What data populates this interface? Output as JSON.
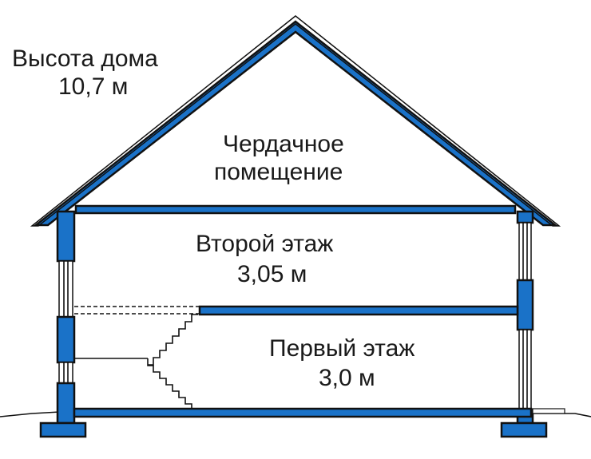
{
  "labels": {
    "house_height_title": "Высота дома",
    "house_height_value": "10,7 м",
    "attic_line1": "Чердачное",
    "attic_line2": "помещение",
    "second_floor_title": "Второй этаж",
    "second_floor_height": "3,05 м",
    "first_floor_title": "Первый этаж",
    "first_floor_height": "3,0 м"
  },
  "colors": {
    "structure": "#1a72c8",
    "outline": "#111111",
    "background": "#ffffff"
  }
}
